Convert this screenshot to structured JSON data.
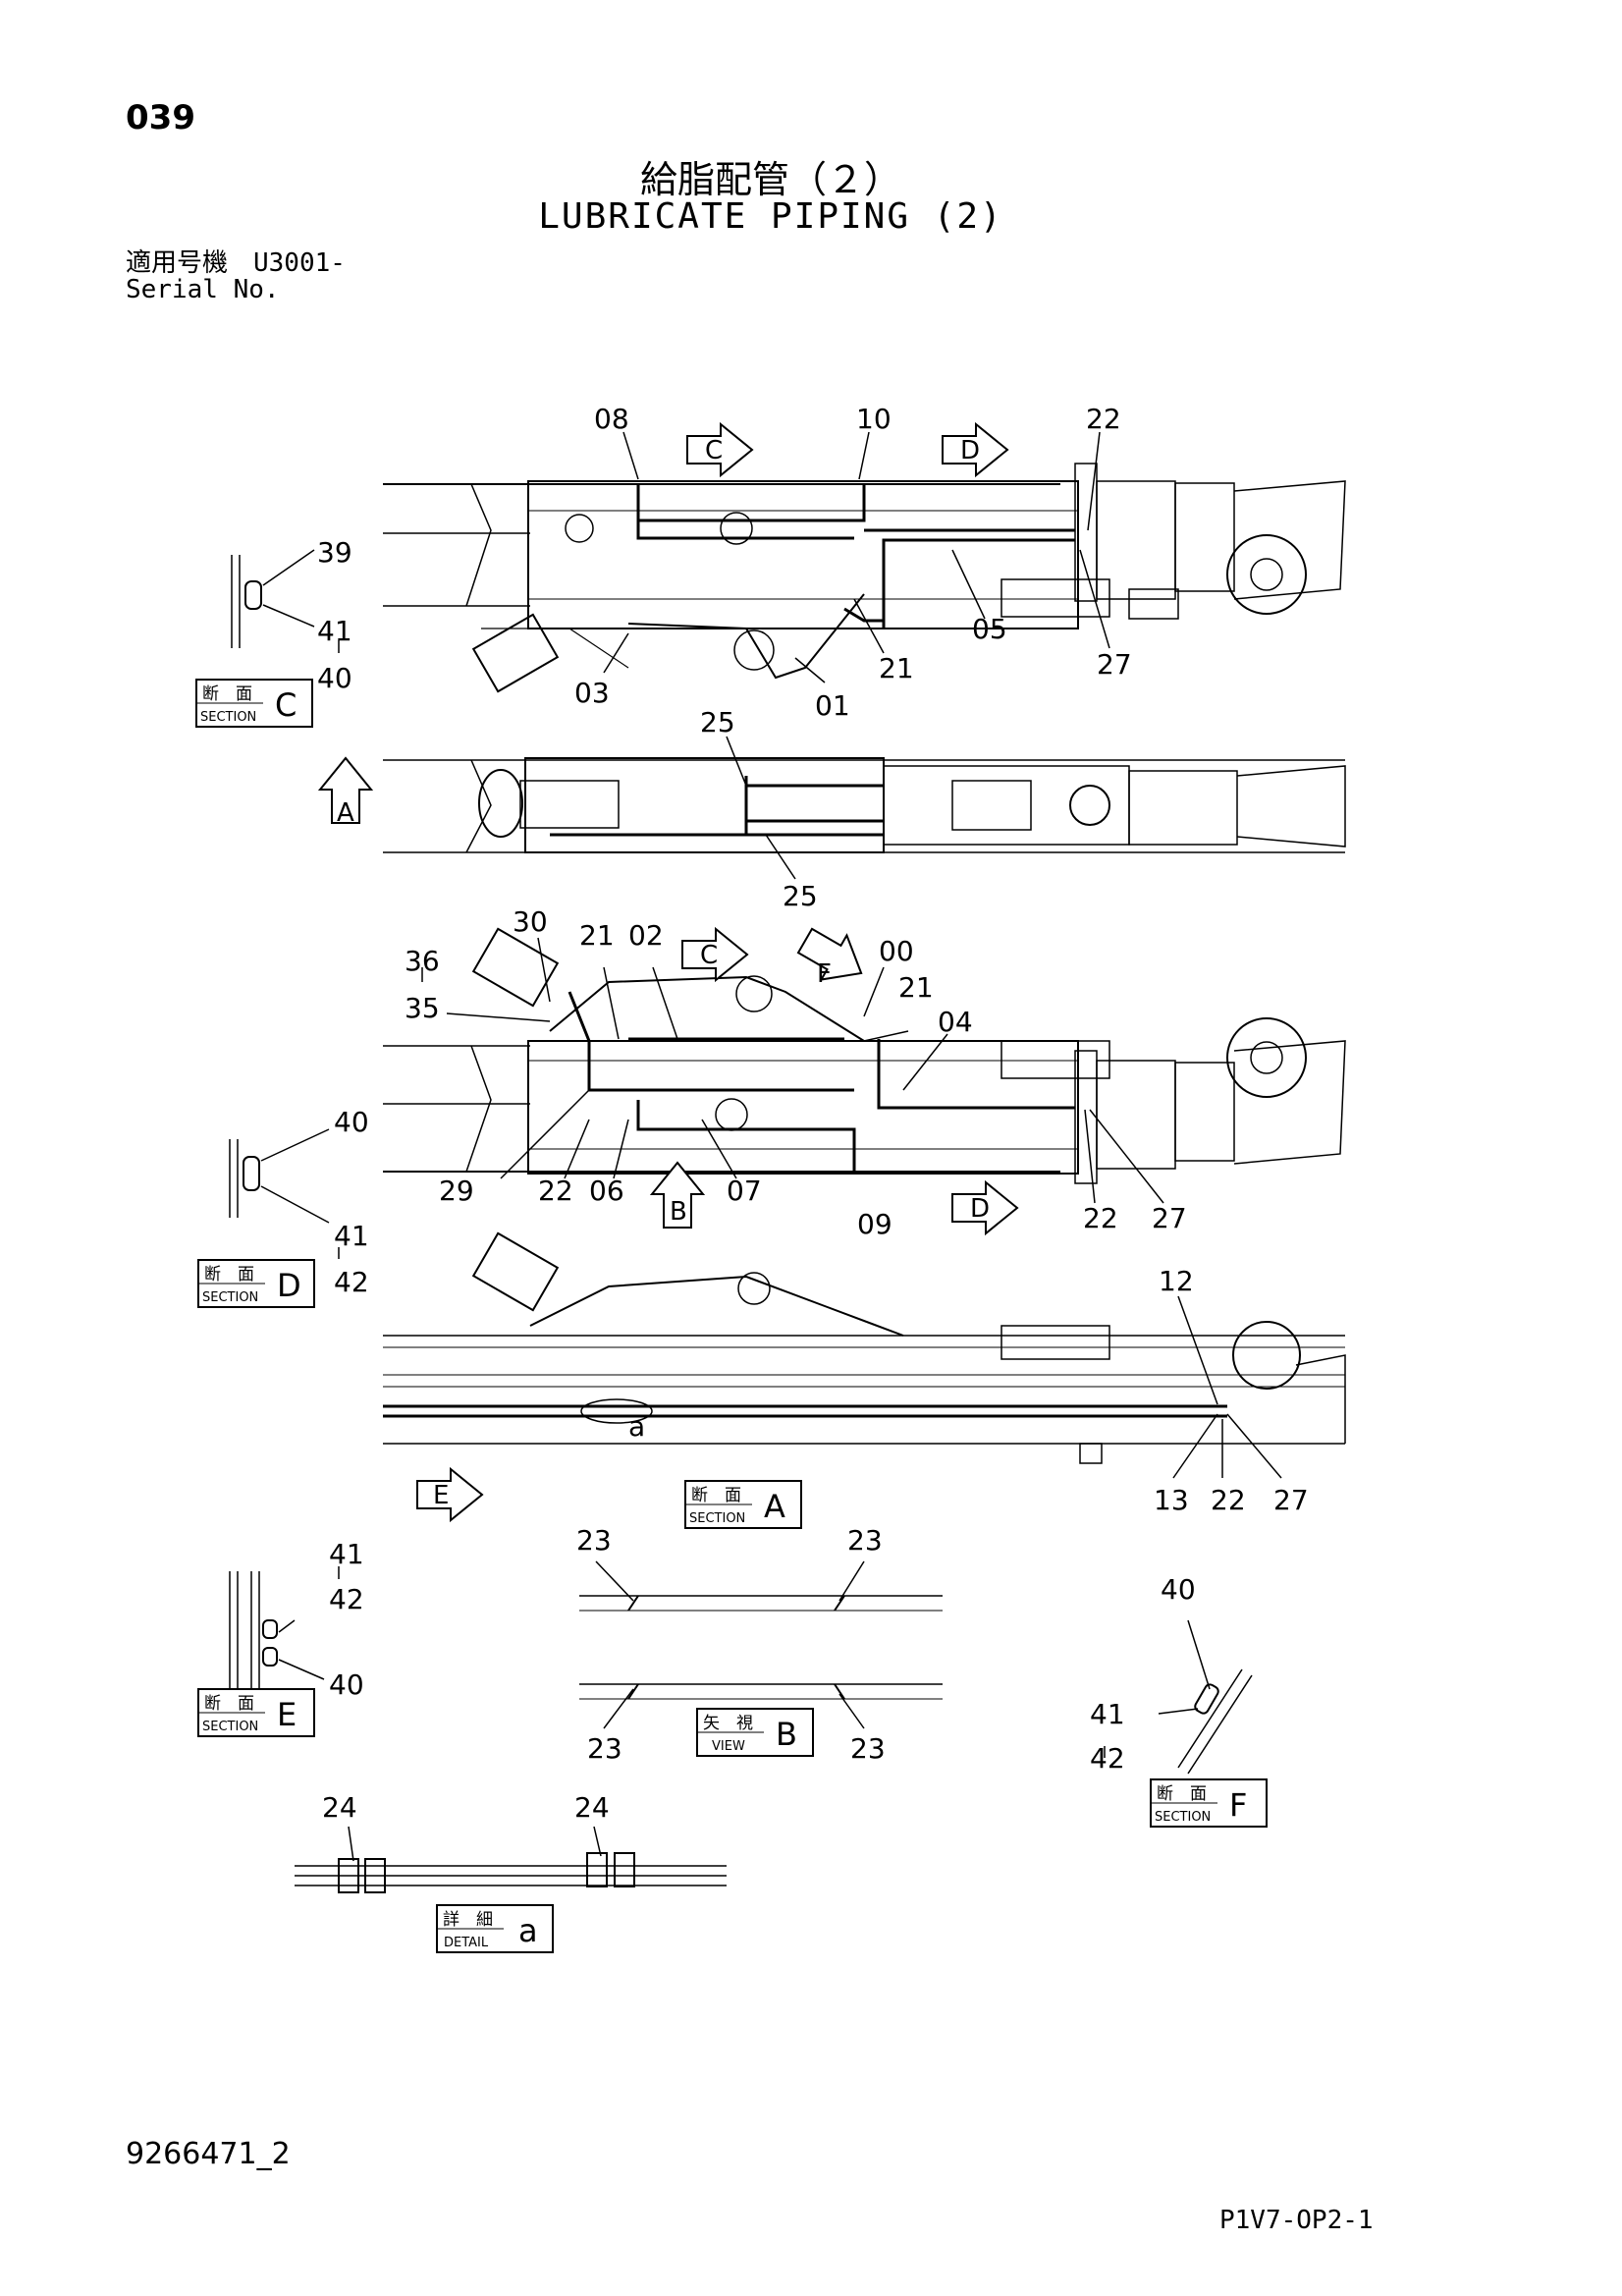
{
  "header": {
    "page_number": "039",
    "title_jp": "給脂配管（２）",
    "title_en": "LUBRICATE PIPING (2)",
    "serial_jp": "適用号機　U3001-",
    "serial_en": "Serial No."
  },
  "footer": {
    "document_id": "9266471_2",
    "sheet_id": "P1V7-OP2-1"
  },
  "labels": {
    "section_jp": "断　面",
    "section_en": "SECTION",
    "view_jp": "矢　視",
    "view_en": "VIEW",
    "detail_jp": "詳　細",
    "detail_en": "DETAIL"
  },
  "boxes": {
    "section_c": "C",
    "section_d": "D",
    "section_a": "A",
    "section_e": "E",
    "section_f": "F",
    "view_b": "B",
    "detail_a": "a"
  },
  "view_arrows": {
    "c1": "C",
    "d1": "D",
    "a1": "A",
    "c2": "C",
    "f1": "F",
    "b1": "B",
    "d2": "D",
    "e1": "E"
  },
  "callouts": {
    "v1_08": "08",
    "v1_10": "10",
    "v1_22": "22",
    "v1_05": "05",
    "v1_27": "27",
    "v1_21": "21",
    "v1_01": "01",
    "v1_03": "03",
    "sc_39": "39",
    "sc_41": "41",
    "sc_40": "40",
    "v2_25a": "25",
    "v2_25b": "25",
    "v3_30": "30",
    "v3_21a": "21",
    "v3_02": "02",
    "v3_00": "00",
    "v3_21b": "21",
    "v3_36": "36",
    "v3_35": "35",
    "v3_04": "04",
    "v3_29": "29",
    "v3_22a": "22",
    "v3_06": "06",
    "v3_07": "07",
    "v3_09": "09",
    "v3_22b": "22",
    "v3_27": "27",
    "sd_40": "40",
    "sd_41": "41",
    "sd_42": "42",
    "v4_12": "12",
    "v4_a": "a",
    "v4_13": "13",
    "v4_22": "22",
    "v4_27": "27",
    "se_41": "41",
    "se_42": "42",
    "se_40": "40",
    "vb_23a": "23",
    "vb_23b": "23",
    "vb_23c": "23",
    "vb_23d": "23",
    "sf_40": "40",
    "sf_41": "41",
    "sf_42": "42",
    "da_24a": "24",
    "da_24b": "24"
  }
}
